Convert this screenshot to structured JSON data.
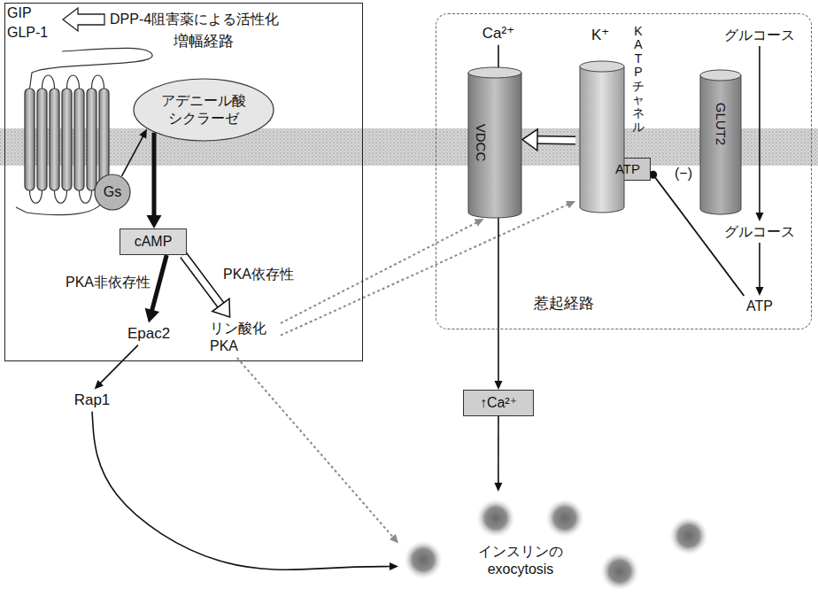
{
  "diagram": {
    "nodes": [
      {
        "text": [
          "増幅経路"
        ]
      },
      {
        "text": [
          "アデニール酸 シクラーゼ"
        ],
        "in": 0
      },
      {
        "text": [
          "Gs"
        ],
        "in": 0
      },
      {
        "text": [
          "cAMP"
        ],
        "in": 0
      },
      {
        "text": [
          "Epac2"
        ],
        "in": 0
      },
      {
        "text": [
          "リン酸化 PKA"
        ],
        "in": 0
      },
      {
        "text": [
          "Rap1"
        ]
      },
      {
        "text": [
          "惹起経路"
        ]
      },
      {
        "text": [
          "Ca²⁺"
        ],
        "in": 7
      },
      {
        "text": [
          "VDCC"
        ],
        "in": 7
      },
      {
        "text": [
          "KATP チャネル"
        ],
        "in": 7
      },
      {
        "text": [
          "ATP"
        ],
        "in": 10
      },
      {
        "text": [
          "GLUT2"
        ],
        "in": 7
      },
      {
        "text": [
          "グルコース"
        ],
        "in": 7
      },
      {
        "text": [
          "グルコース"
        ],
        "in": 7
      },
      {
        "text": [
          "ATP"
        ],
        "in": 7
      },
      {
        "text": [
          "↑Ca²⁺"
        ]
      },
      {
        "text": [
          "インスリンの exocytosis"
        ]
      }
    ],
    "edges": [
      {
        "from": 2,
        "to": 1,
        "arrow": "to"
      },
      {
        "from": 1,
        "to": 3,
        "arrow": "to"
      },
      {
        "from": 3,
        "to": 4,
        "label": "PKA非依存性",
        "arrow": "to"
      },
      {
        "from": 3,
        "to": 5,
        "label": "PKA依存性",
        "arrow": "to"
      },
      {
        "from": 4,
        "to": 6,
        "arrow": "to"
      },
      {
        "from": 6,
        "to": 17,
        "arrow": "to"
      },
      {
        "from": 5,
        "to": 9,
        "arrow": "to"
      },
      {
        "from": 5,
        "to": 10,
        "arrow": "to"
      },
      {
        "from": 5,
        "to": 17,
        "arrow": "to"
      },
      {
        "from": 10,
        "to": 9,
        "arrow": "to"
      },
      {
        "from": 8,
        "to": 16,
        "arrow": "to"
      },
      {
        "from": 16,
        "to": 17,
        "arrow": "to"
      },
      {
        "from": 13,
        "to": 14,
        "arrow": "to"
      },
      {
        "from": 14,
        "to": 15,
        "arrow": "to"
      },
      {
        "from": 15,
        "to": 11,
        "arrow": "to"
      }
    ],
    "labels": [
      "GIP",
      "GLP-1",
      "DPP-4阻害薬による活性化",
      "K⁺",
      "(−)"
    ]
  }
}
